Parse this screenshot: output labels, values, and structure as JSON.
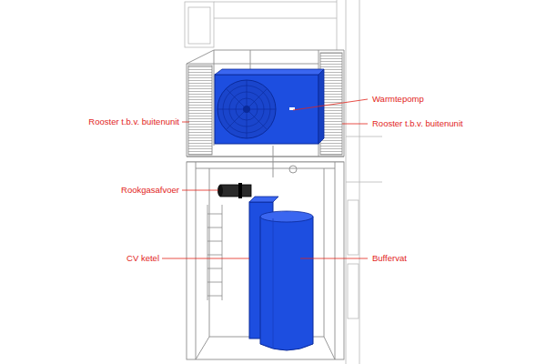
{
  "diagram": {
    "labels": [
      "Warmtepomp",
      "Rooster t.b.v. buitenunit",
      "Rooster t.b.v. buitenunit",
      "Rookgasafvoer",
      "CV ketel",
      "Buffervat"
    ]
  }
}
